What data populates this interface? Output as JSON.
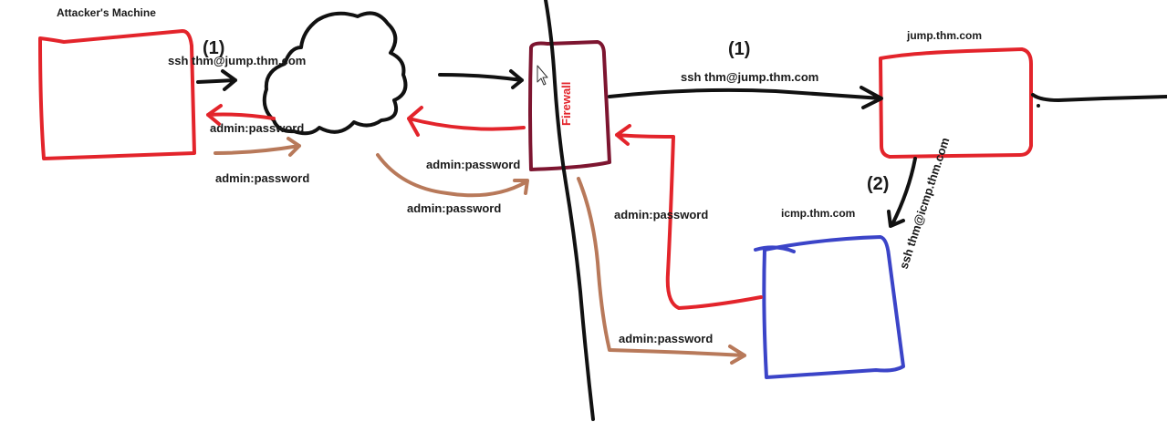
{
  "nodes": {
    "attacker": {
      "label": "Attacker's Machine"
    },
    "jump": {
      "label": "jump.thm.com"
    },
    "icmp": {
      "label": "icmp.thm.com"
    },
    "firewall": {
      "label": "Firewall"
    }
  },
  "steps": {
    "step1_left": "(1)",
    "step1_right": "(1)",
    "step2": "(2)"
  },
  "labels": {
    "ssh_jump_left": "ssh thm@jump.thm.com",
    "ssh_jump_right": "ssh thm@jump.thm.com",
    "ssh_icmp": "ssh thm@icmp.thm.com",
    "cred_red_left": "admin:password",
    "cred_tan_left": "admin:password",
    "cred_tan_mid_upper": "admin:password",
    "cred_tan_mid_lower": "admin:password",
    "cred_red_right": "admin:password",
    "cred_tan_bottom": "admin:password"
  },
  "colors": {
    "attacker_box": "#e3242b",
    "jump_box": "#e3242b",
    "icmp_box": "#3b44c8",
    "firewall_box": "#7d1530",
    "request_arrows": "#111111",
    "response_arrows_red": "#e3242b",
    "response_arrows_tan": "#b8795a"
  }
}
